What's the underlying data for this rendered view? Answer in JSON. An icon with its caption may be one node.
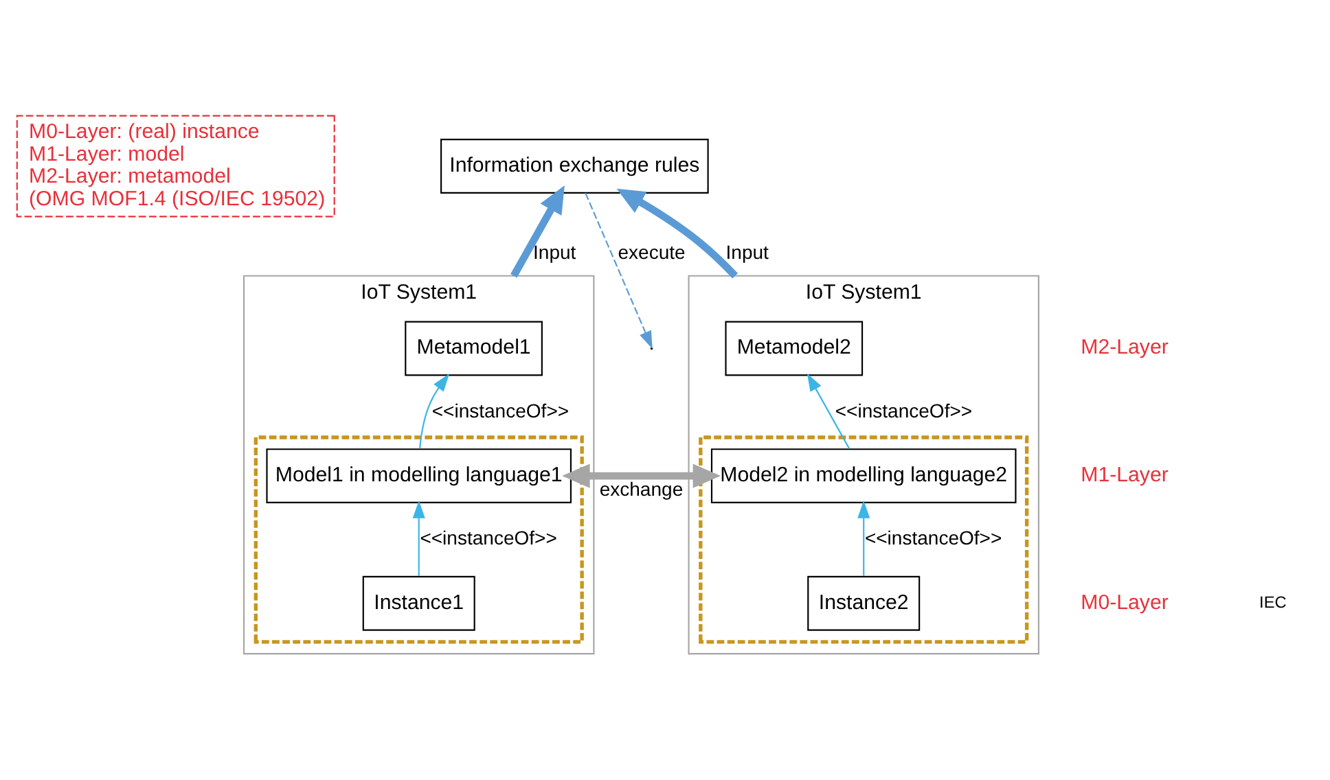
{
  "diagram": {
    "nodes": [
      {
        "text": [
          "M0-Layer: (real) instance",
          "M1-Layer: model",
          "M2-Layer: metamodel",
          "(OMG MOF1.4 (ISO/IEC 19502)"
        ]
      },
      {
        "text": [
          "Information exchange rules"
        ]
      },
      {
        "text": [
          "IoT System1"
        ]
      },
      {
        "text": [
          "Metamodel1"
        ],
        "in": 2
      },
      {
        "text": [],
        "shape": "box",
        "in": 2
      },
      {
        "text": [
          "Model1 in modelling language1"
        ],
        "in": 4
      },
      {
        "text": [
          "Instance1"
        ],
        "in": 4
      },
      {
        "text": [
          "IoT System1"
        ]
      },
      {
        "text": [
          "Metamodel2"
        ],
        "in": 7
      },
      {
        "text": [],
        "shape": "box",
        "in": 7
      },
      {
        "text": [
          "Model2 in modelling language2"
        ],
        "in": 9
      },
      {
        "text": [
          "Instance2"
        ],
        "in": 9
      }
    ],
    "edges": [
      {
        "from": 2,
        "to": 1,
        "arrow": "to",
        "label": "Input",
        "style": "thick",
        "color": "#5b9bd5"
      },
      {
        "from": 7,
        "to": 1,
        "arrow": "to",
        "label": "Input",
        "style": "thick",
        "color": "#5b9bd5"
      },
      {
        "from": 1,
        "to": null,
        "arrow": "to",
        "label": "execute",
        "style": "dashed",
        "color": "#5b9bd5"
      },
      {
        "from": 5,
        "to": 10,
        "arrow": "both",
        "label": "exchange",
        "style": "thick",
        "color": "#a6a6a6"
      },
      {
        "from": 5,
        "to": 3,
        "arrow": "to",
        "label": "<<instanceOf>>"
      },
      {
        "from": 6,
        "to": 5,
        "arrow": "to",
        "label": "<<instanceOf>>"
      },
      {
        "from": 10,
        "to": 8,
        "arrow": "to",
        "label": "<<instanceOf>>"
      },
      {
        "from": 11,
        "to": 10,
        "arrow": "to",
        "label": "<<instanceOf>>"
      }
    ],
    "labels": [
      "M2-Layer",
      "M1-Layer",
      "M0-Layer",
      "IEC"
    ]
  }
}
